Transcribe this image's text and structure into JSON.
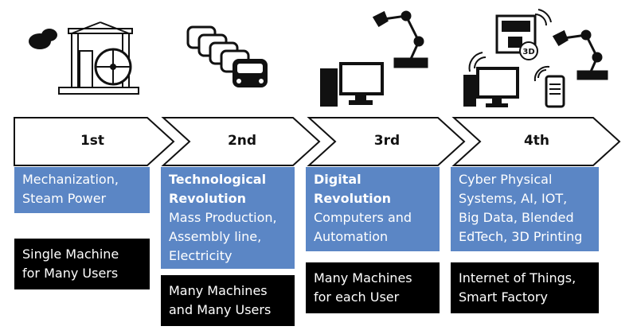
{
  "colors": {
    "blue_box": "#5b86c5",
    "black_box": "#000000",
    "text_light": "#ffffff",
    "outline": "#111111"
  },
  "stages": [
    {
      "label": "1st",
      "icon": "steam-engine-icon",
      "tech_title": "",
      "tech_lines": [
        "Mechanization,",
        "Steam Power"
      ],
      "usage_lines": [
        "Single Machine",
        "for Many Users"
      ]
    },
    {
      "label": "2nd",
      "icon": "cars-assembly-icon",
      "tech_title": [
        "Technological",
        "Revolution"
      ],
      "tech_lines": [
        "Mass Production,",
        "Assembly line,",
        "Electricity"
      ],
      "usage_lines": [
        "Many Machines",
        "and Many Users"
      ]
    },
    {
      "label": "3rd",
      "icon": "computer-robot-arm-icon",
      "tech_title": [
        "Digital",
        "Revolution"
      ],
      "tech_lines": [
        "Computers and",
        "Automation"
      ],
      "usage_lines": [
        "Many Machines",
        "for each User"
      ]
    },
    {
      "label": "4th",
      "icon": "cyber-physical-icon",
      "tech_title": "",
      "tech_lines": [
        "Cyber Physical",
        "Systems, AI, IOT,",
        "Big Data, Blended",
        "EdTech, 3D Printing"
      ],
      "usage_lines": [
        "Internet of Things,",
        "Smart Factory"
      ],
      "printer_badge": "3D"
    }
  ]
}
